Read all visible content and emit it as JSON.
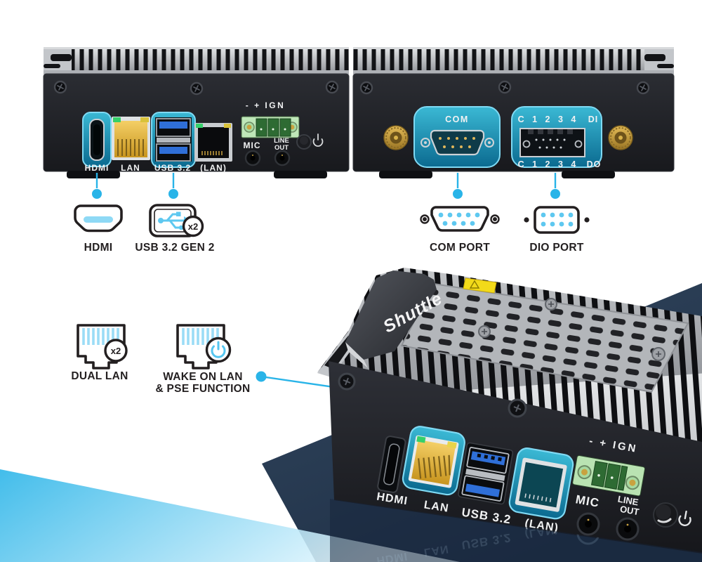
{
  "colors": {
    "accent": "#29b4e8",
    "highlight_stroke": "#7fd9f3",
    "panel_dark": "#1d1e23",
    "navy": "#30455f",
    "light_blue": "#2ab5e8",
    "lan_yellow": "#e8b23a",
    "usb_blue": "#2f6fd8",
    "terminal_green": "#bfe7b8"
  },
  "small_front": {
    "ports": {
      "hdmi": "HDMI",
      "lan": "LAN",
      "usb": "USB 3.2",
      "lan2": "(LAN)",
      "ign": "- + IGN",
      "mic": "MIC",
      "line": "LINE",
      "out": "OUT"
    }
  },
  "small_back": {
    "com": "COM",
    "di_pins": "C 1 2 3 4",
    "di": "DI",
    "do_pins": "C 1 2 3 4",
    "do": "DO"
  },
  "callouts": {
    "hdmi": {
      "label": "HDMI"
    },
    "usb": {
      "label": "USB 3.2 GEN 2",
      "badge": "x2"
    },
    "com": {
      "label": "COM PORT"
    },
    "dio": {
      "label": "DIO PORT"
    },
    "dual_lan": {
      "label": "DUAL LAN",
      "badge": "x2"
    },
    "wol": {
      "label_line1": "WAKE ON LAN",
      "label_line2": "& PSE FUNCTION"
    }
  },
  "big_device": {
    "brand": "Shuttle",
    "ports": {
      "hdmi": "HDMI",
      "lan": "LAN",
      "usb": "USB 3.2",
      "lan2": "(LAN)",
      "ign": "- + IGN",
      "mic": "MIC",
      "line": "LINE",
      "out": "OUT"
    }
  }
}
